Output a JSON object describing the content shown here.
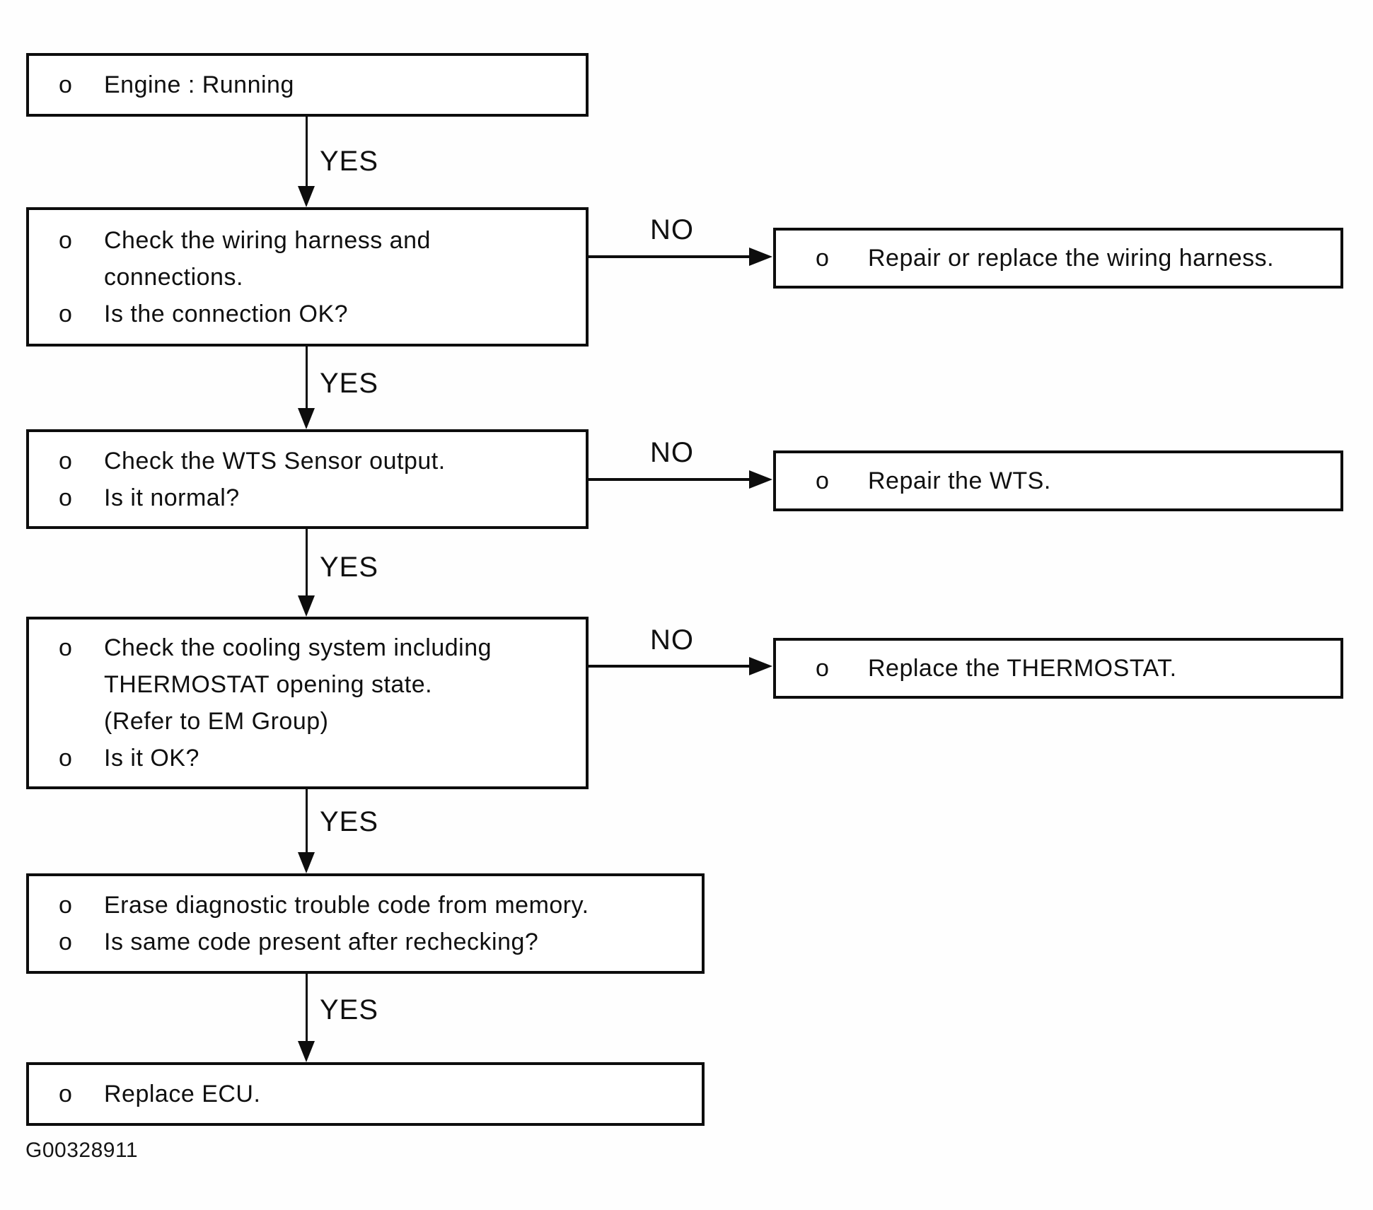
{
  "figure_id": "G00328911",
  "edge_labels": {
    "yes": "YES",
    "no": "NO"
  },
  "colors": {
    "ink": "#0d0d0d",
    "background": "#ffffff"
  },
  "nodes": {
    "engine": {
      "lines": [
        {
          "bullet": "o",
          "text": "Engine : Running"
        }
      ]
    },
    "wiring_check": {
      "lines": [
        {
          "bullet": "o",
          "text": "Check the wiring harness and"
        },
        {
          "text": "connections."
        },
        {
          "bullet": "o",
          "text": "Is the connection OK?"
        }
      ]
    },
    "wts_check": {
      "lines": [
        {
          "bullet": "o",
          "text": "Check the WTS Sensor output."
        },
        {
          "bullet": "o",
          "text": "Is it normal?"
        }
      ]
    },
    "cooling_check": {
      "lines": [
        {
          "bullet": "o",
          "text": "Check the cooling system including"
        },
        {
          "text": "THERMOSTAT opening state."
        },
        {
          "text": "(Refer to EM Group)"
        },
        {
          "bullet": "o",
          "text": "Is it OK?"
        }
      ]
    },
    "erase_dtc": {
      "lines": [
        {
          "bullet": "o",
          "text": "Erase diagnostic trouble code from memory."
        },
        {
          "bullet": "o",
          "text": "Is same code present after rechecking?"
        }
      ]
    },
    "replace_ecu": {
      "lines": [
        {
          "bullet": "o",
          "text": "Replace ECU."
        }
      ]
    },
    "repair_wiring": {
      "lines": [
        {
          "bullet": "o",
          "text": "Repair or replace the wiring harness."
        }
      ]
    },
    "repair_wts": {
      "lines": [
        {
          "bullet": "o",
          "text": "Repair the WTS."
        }
      ]
    },
    "replace_thermostat": {
      "lines": [
        {
          "bullet": "o",
          "text": "Replace the THERMOSTAT."
        }
      ]
    }
  }
}
